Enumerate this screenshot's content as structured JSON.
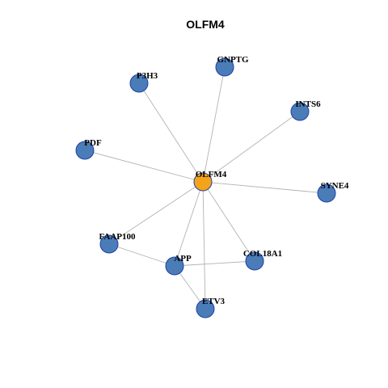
{
  "title": "OLFM4",
  "colors": {
    "hub": "#f5a31a",
    "node": "#4a7db8",
    "node_stroke": "#1f3fa8",
    "edge": "#b3b3b3"
  },
  "nodes": [
    {
      "id": "OLFM4",
      "label": "OLFM4",
      "hub": true
    },
    {
      "id": "GNPTG",
      "label": "GNPTG"
    },
    {
      "id": "P3H3",
      "label": "P3H3"
    },
    {
      "id": "INTS6",
      "label": "INTS6"
    },
    {
      "id": "PDF",
      "label": "PDF"
    },
    {
      "id": "SYNE4",
      "label": "SYNE4"
    },
    {
      "id": "FAAP100",
      "label": "FAAP100"
    },
    {
      "id": "APP",
      "label": "APP"
    },
    {
      "id": "COL18A1",
      "label": "COL18A1"
    },
    {
      "id": "ETV3",
      "label": "ETV3"
    }
  ],
  "edges": [
    [
      "OLFM4",
      "GNPTG"
    ],
    [
      "OLFM4",
      "P3H3"
    ],
    [
      "OLFM4",
      "INTS6"
    ],
    [
      "OLFM4",
      "PDF"
    ],
    [
      "OLFM4",
      "SYNE4"
    ],
    [
      "OLFM4",
      "FAAP100"
    ],
    [
      "OLFM4",
      "APP"
    ],
    [
      "OLFM4",
      "COL18A1"
    ],
    [
      "OLFM4",
      "ETV3"
    ],
    [
      "FAAP100",
      "APP"
    ],
    [
      "APP",
      "COL18A1"
    ],
    [
      "APP",
      "ETV3"
    ]
  ]
}
